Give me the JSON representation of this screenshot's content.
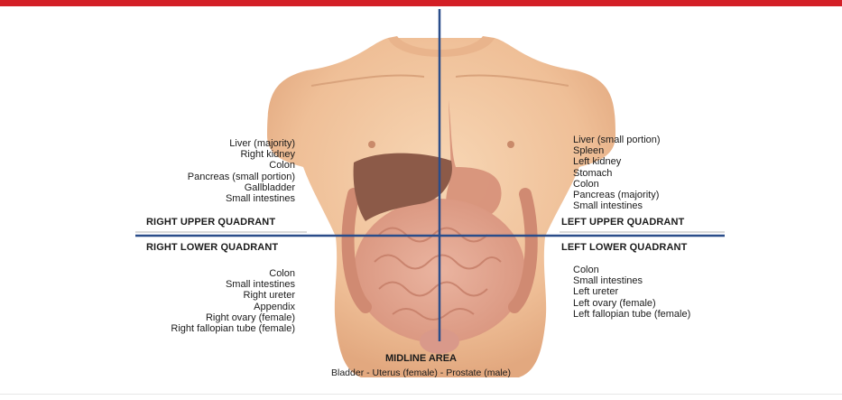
{
  "quadrants": {
    "right_upper": {
      "label": "RIGHT UPPER QUADRANT",
      "organs": [
        "Liver (majority)",
        "Right kidney",
        "Colon",
        "Pancreas (small portion)",
        "Gallbladder",
        "Small intestines"
      ]
    },
    "left_upper": {
      "label": "LEFT UPPER QUADRANT",
      "organs": [
        "Liver (small portion)",
        "Spleen",
        "Left kidney",
        "Stomach",
        "Colon",
        "Pancreas (majority)",
        "Small intestines"
      ]
    },
    "right_lower": {
      "label": "RIGHT LOWER QUADRANT",
      "organs": [
        "Colon",
        "Small intestines",
        "Right ureter",
        "Appendix",
        "Right ovary (female)",
        "Right fallopian tube (female)"
      ]
    },
    "left_lower": {
      "label": "LEFT LOWER QUADRANT",
      "organs": [
        "Colon",
        "Small intestines",
        "Left ureter",
        "Left ovary (female)",
        "Left fallopian tube (female)"
      ]
    }
  },
  "midline": {
    "title": "MIDLINE AREA",
    "organs": "Bladder - Uterus (female) - Prostate (male)"
  },
  "colors": {
    "accent_bar": "#d31f26",
    "axis_lines": "#2a4d8a",
    "skin": "#f1c49c",
    "liver": "#8c5a48",
    "intestines": "#e0a28e"
  }
}
